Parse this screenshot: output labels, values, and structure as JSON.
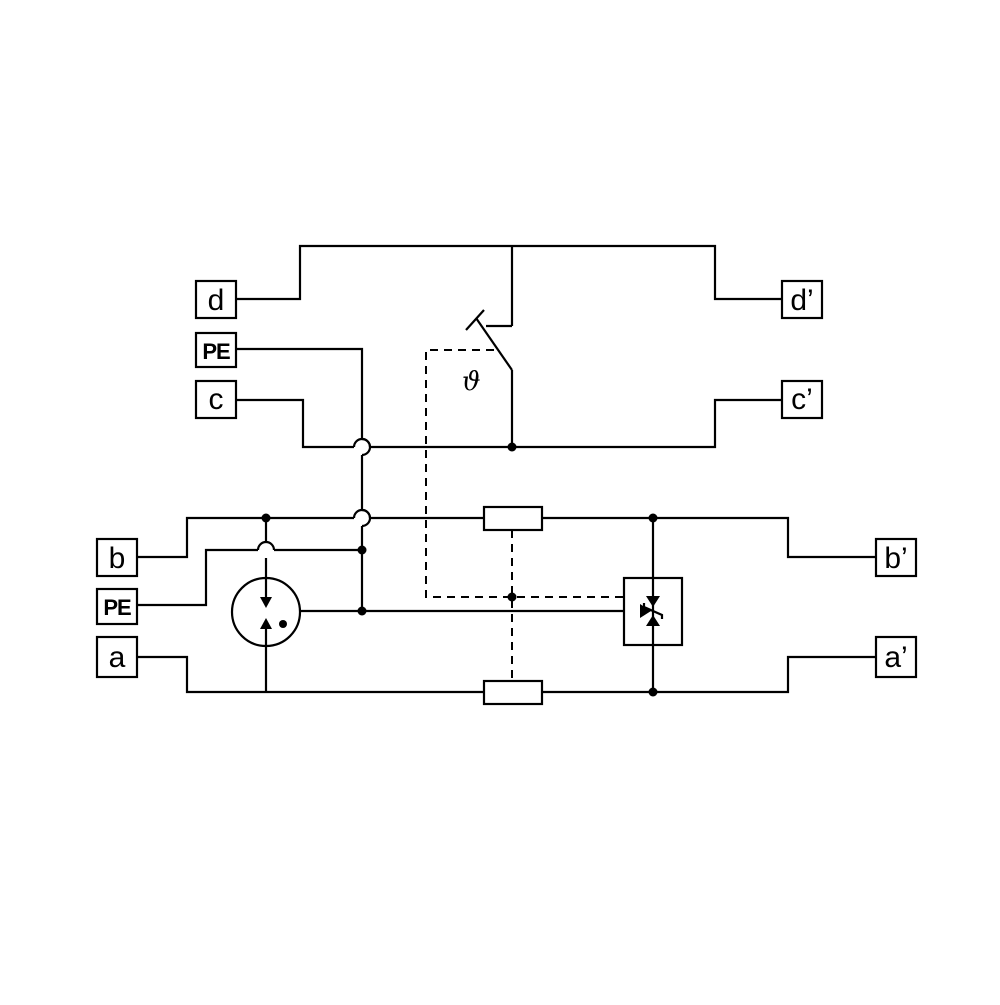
{
  "terminals": {
    "d": "d",
    "pe_top": "PE",
    "c": "c",
    "b": "b",
    "pe_bottom": "PE",
    "a": "a",
    "d_prime": "d’",
    "c_prime": "c’",
    "b_prime": "b’",
    "a_prime": "a’"
  },
  "thermal_switch_symbol": "ϑ"
}
